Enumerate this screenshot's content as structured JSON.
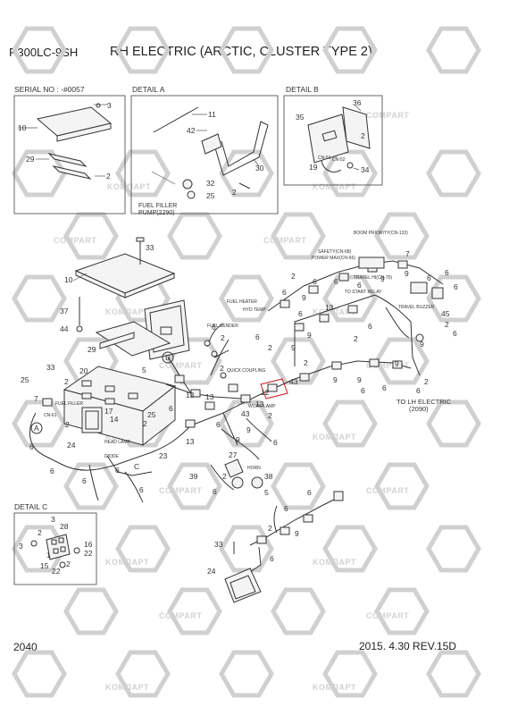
{
  "header": {
    "model": "R300LC-9SH",
    "title": "RH ELECTRIC (ARCTIC, CLUSTER TYPE 2)"
  },
  "footer": {
    "page_number": "2040",
    "revision": "2015. 4.30   REV.15D"
  },
  "details": {
    "serial": "SERIAL NO : -#0057",
    "a": "DETAIL A",
    "b": "DETAIL B",
    "c": "DETAIL  C"
  },
  "watermark": {
    "text": "KOMПAPT",
    "alt_text": "COMPART"
  },
  "labels": {
    "fuel_filler_pump_1": "FUEL FILLER",
    "fuel_filler_pump_2": "PUMP(2290)",
    "boom_priority": "BOOM PRIORITY(CN-133)",
    "safety": "SAFETY(CN-68)",
    "power_max": "POWER MAX(CN-66)",
    "travel_hi": "TRAVEL HI(CN-70)",
    "to_start_relay": "TO START RELAY",
    "travel_buzzer": "TRAVEL BUZZER",
    "fuel_heater": "FUEL HEATER",
    "hyd_temp": "HYD TEMP",
    "fuel_sender": "FUEL SENDER",
    "quick_coupling": "QUICK COUPLING",
    "work_lamp": "WORK LAMP",
    "head_lamp": "HEAD LAMP",
    "diode": "DIODE",
    "horn": "HORN",
    "fuel_filler_short": "FUEL FILLER",
    "to_lh_electric_1": "TO LH ELECTRIC",
    "to_lh_electric_2": "(2090)",
    "cn51": "CN-51",
    "cn52": "CN-52",
    "cn61": "CN-61"
  },
  "callouts": {
    "n1": "1",
    "n2": "2",
    "n3": "3",
    "n4": "4",
    "n5": "5",
    "n6": "6",
    "n7": "7",
    "n8": "8",
    "n9": "9",
    "n10": "10",
    "n11": "11",
    "n12": "12",
    "n13": "13",
    "n14": "14",
    "n15": "15",
    "n16": "16",
    "n17": "17",
    "n19": "19",
    "n20": "20",
    "n22": "22",
    "n23": "23",
    "n24": "24",
    "n25": "25",
    "n27": "27",
    "n28": "28",
    "n29": "29",
    "n30": "30",
    "n32": "32",
    "n33": "33",
    "n34": "34",
    "n35": "35",
    "n36": "36",
    "n37": "37",
    "n38": "38",
    "n39": "39",
    "n42": "42",
    "n43": "43",
    "n44": "44",
    "n45": "45",
    "letter_a": "A",
    "letter_b": "B",
    "letter_c": "C"
  },
  "colors": {
    "line": "#333333",
    "watermark": "#d0d0d0",
    "highlight": "#d01818",
    "background": "#ffffff"
  }
}
